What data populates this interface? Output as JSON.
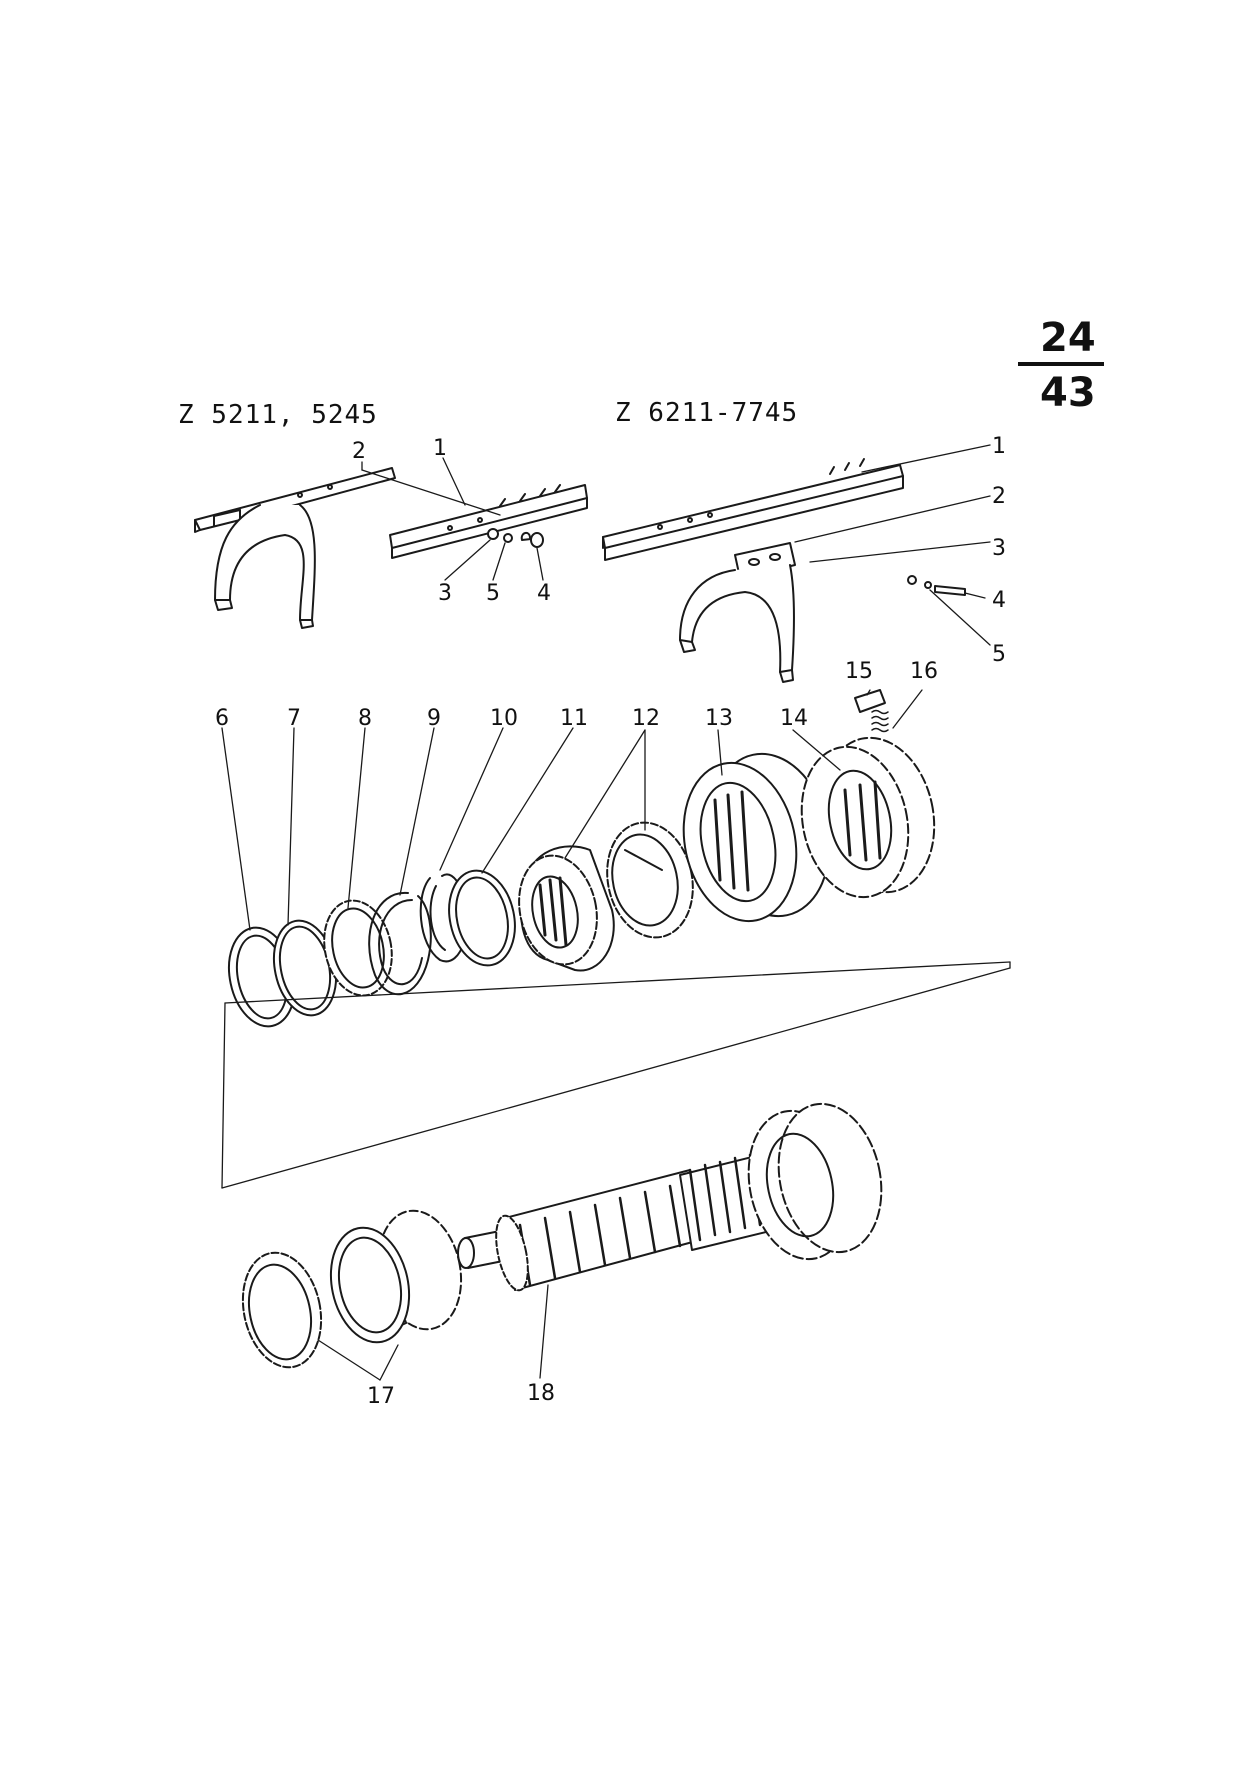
{
  "page": {
    "number_top": "24",
    "number_bottom": "43"
  },
  "models": {
    "left": "Z  5211, 5245",
    "right": "Z  6211-7745"
  },
  "callouts": {
    "left_fork": [
      "1",
      "2",
      "3",
      "4",
      "5"
    ],
    "right_fork": [
      "1",
      "2",
      "3",
      "4",
      "5"
    ],
    "parts": [
      "6",
      "7",
      "8",
      "9",
      "10",
      "11",
      "12",
      "13",
      "14",
      "15",
      "16",
      "17",
      "18"
    ]
  },
  "colors": {
    "ink": "#1a1a1a",
    "paper": "#ffffff"
  }
}
